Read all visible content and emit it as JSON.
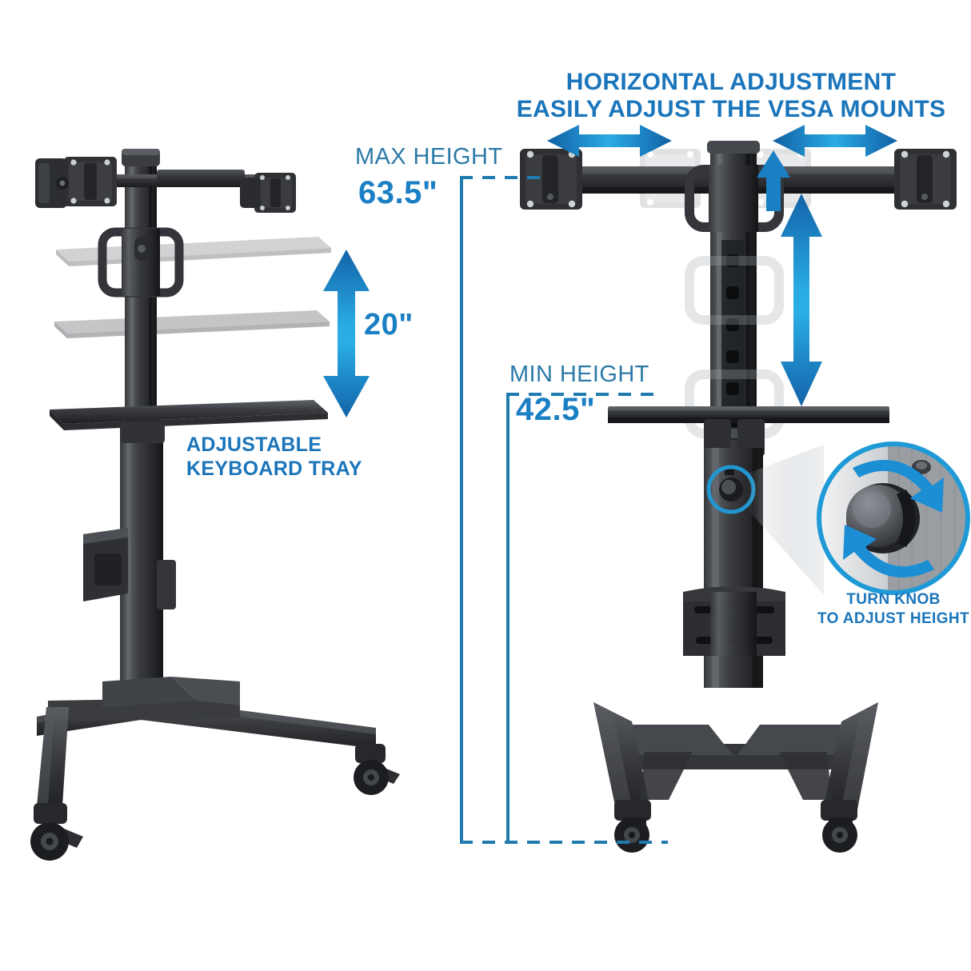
{
  "meta": {
    "subject": "mobile dual monitor stand with height adjustment",
    "background_color": "#ffffff",
    "accent_blue": "#1b75bb",
    "accent_blue_light": "#29abe2",
    "accent_blue_mid": "#1b7fc4",
    "label_blue_muted": "#2b7aa8",
    "hardware_dark": "#2f3033",
    "hardware_mid": "#4a4c50",
    "ghost_gray": "#c9cbcd"
  },
  "headings": {
    "horizontal_line1": "HORIZONTAL ADJUSTMENT",
    "horizontal_line2": "EASILY ADJUST THE VESA MOUNTS"
  },
  "left_panel": {
    "dimension_label": "20\"",
    "feature_line1": "ADJUSTABLE",
    "feature_line2": "KEYBOARD TRAY",
    "tray_positions": 3
  },
  "right_panel": {
    "max_height_label": "MAX HEIGHT",
    "max_height_value": "63.5\"",
    "min_height_label": "MIN HEIGHT",
    "min_height_value": "42.5\"",
    "knob_line1": "TURN KNOB",
    "knob_line2": "TO ADJUST HEIGHT"
  },
  "icons": {
    "arrow_vertical_double": "vertical-double-arrow-icon",
    "arrow_horizontal_double": "horizontal-double-arrow-icon",
    "arrow_up": "up-arrow-icon",
    "arrow_down": "down-arrow-icon",
    "rotate_clockwise": "rotate-clockwise-icon",
    "rotate_counterclockwise": "rotate-counterclockwise-icon",
    "magnifier_circle": "magnified-detail-icon"
  },
  "chart_data": {
    "type": "table",
    "title": "Mobile dual monitor stand adjustment specifications",
    "categories": [
      "Max height",
      "Min height",
      "Keyboard tray travel"
    ],
    "values": [
      63.5,
      42.5,
      20
    ],
    "units": "inches",
    "annotations": [
      "HORIZONTAL ADJUSTMENT",
      "EASILY ADJUST THE VESA MOUNTS",
      "ADJUSTABLE KEYBOARD TRAY",
      "TURN KNOB TO ADJUST HEIGHT"
    ]
  }
}
